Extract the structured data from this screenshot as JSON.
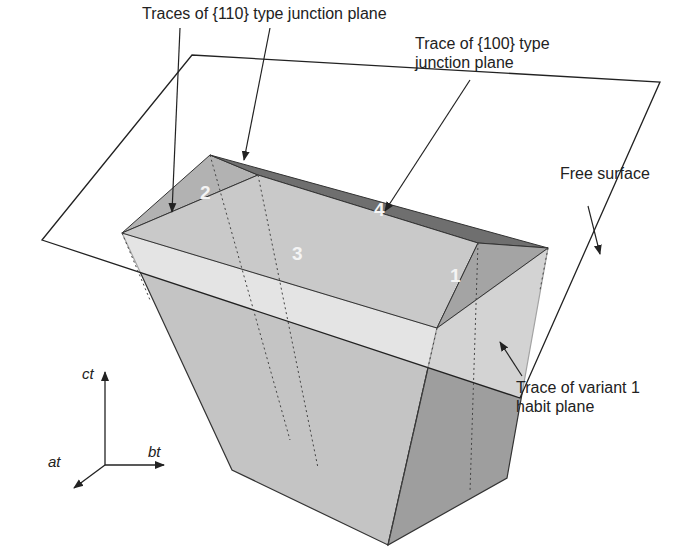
{
  "diagram": {
    "labels": [
      "Traces of {110} type junction plane",
      "Trace of {100} type junction plane",
      "Free surface",
      "Trace of variant 1 habit plane",
      "2",
      "4",
      "3",
      "1",
      "ct",
      "at",
      "bt"
    ]
  }
}
